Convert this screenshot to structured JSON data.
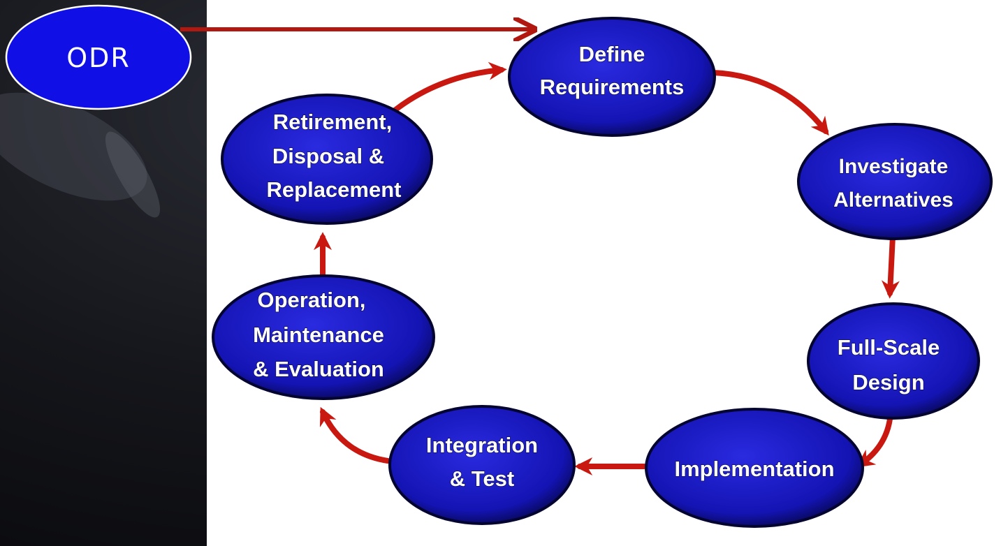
{
  "odr": {
    "label": "ODR"
  },
  "stages": [
    {
      "id": "define",
      "lines": [
        "Define",
        "Requirements"
      ]
    },
    {
      "id": "investigate",
      "lines": [
        "Investigate",
        "Alternatives"
      ]
    },
    {
      "id": "fullscale",
      "lines": [
        "Full-Scale",
        "Design"
      ]
    },
    {
      "id": "implementation",
      "lines": [
        "Implementation"
      ]
    },
    {
      "id": "integration",
      "lines": [
        "Integration",
        "& Test"
      ]
    },
    {
      "id": "operation",
      "lines": [
        "Operation,",
        "Maintenance",
        "& Evaluation"
      ]
    },
    {
      "id": "retirement",
      "lines": [
        "Retirement,",
        "Disposal &",
        "Replacement"
      ]
    }
  ],
  "colors": {
    "node_fill": "#1c1cc8",
    "node_fill_dark": "#0a0a7a",
    "odr_fill": "#1010e6",
    "arrow": "#c81810",
    "panel": "#ffffff"
  }
}
